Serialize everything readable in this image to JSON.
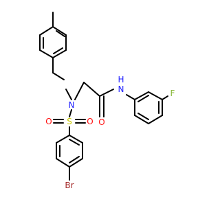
{
  "molecule": {
    "atom_labels": {
      "nitrogen_sulfonamide": "N",
      "nitrogen_amide": "N",
      "amide_hydrogen": "H",
      "sulfur": "S",
      "sulfonyl_oxygen_left": "O",
      "sulfonyl_oxygen_right": "O",
      "carbonyl_oxygen": "O",
      "fluorine": "F",
      "bromine": "Br"
    },
    "colors": {
      "bond": "#000000",
      "nitrogen": "#1f1fff",
      "oxygen": "#ff0d0d",
      "sulfur": "#c8c800",
      "fluorine": "#8ab83a",
      "bromine": "#a52a2a"
    }
  }
}
